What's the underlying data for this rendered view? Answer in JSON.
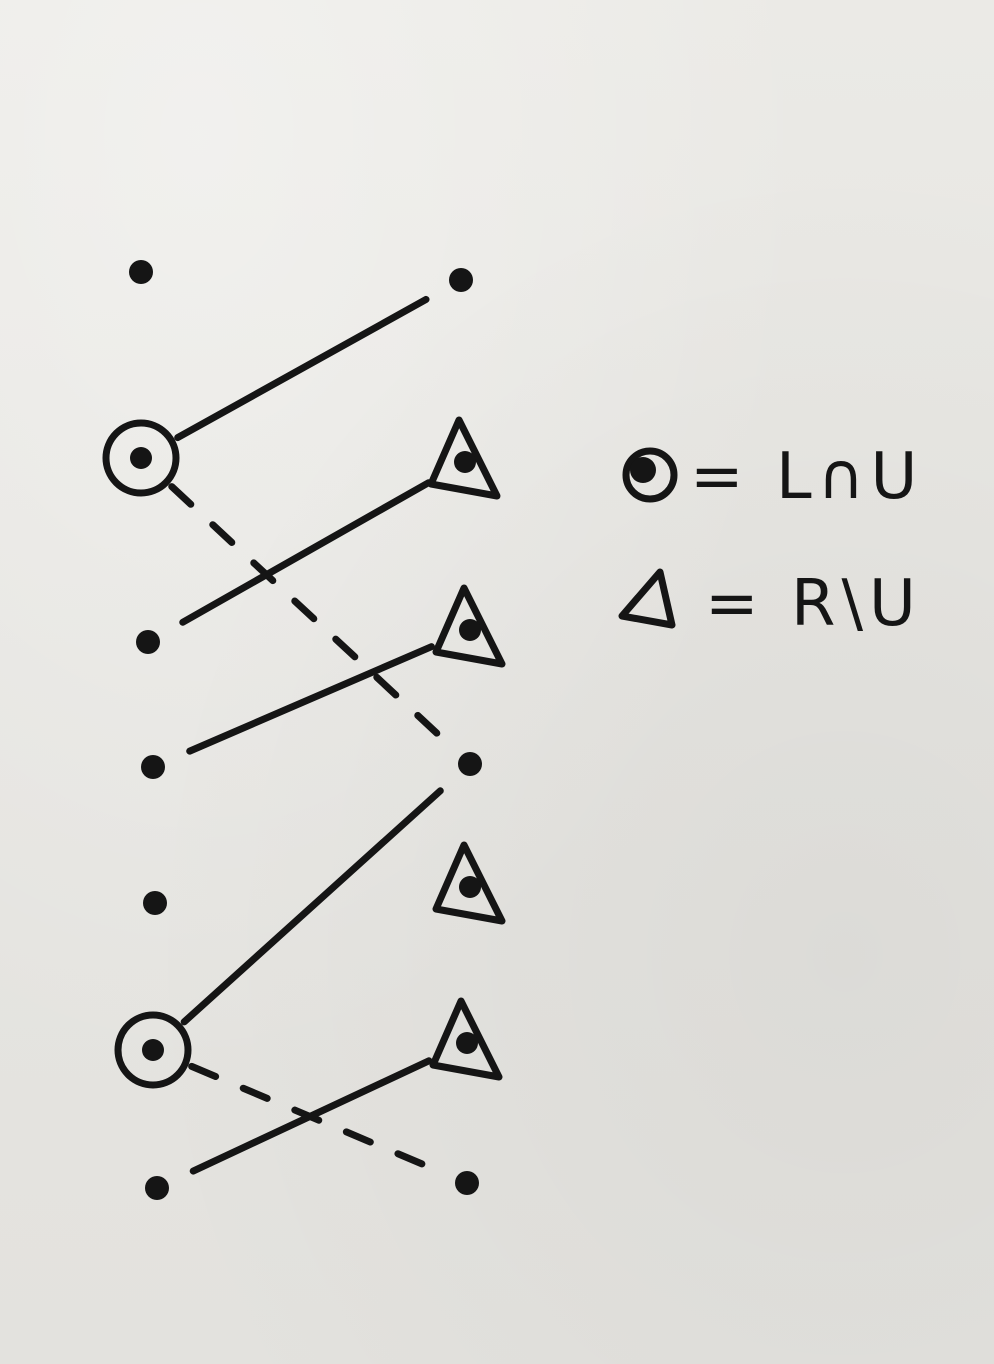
{
  "legend": {
    "circle_meaning": "= L∩U",
    "triangle_meaning": "= R\\U"
  },
  "graph": {
    "type": "bipartite",
    "left_nodes": [
      {
        "id": "L1",
        "mark": "none"
      },
      {
        "id": "L2",
        "mark": "circle"
      },
      {
        "id": "L3",
        "mark": "none"
      },
      {
        "id": "L4",
        "mark": "none"
      },
      {
        "id": "L5",
        "mark": "none"
      },
      {
        "id": "L6",
        "mark": "circle"
      },
      {
        "id": "L7",
        "mark": "none"
      }
    ],
    "right_nodes": [
      {
        "id": "R1",
        "mark": "none"
      },
      {
        "id": "R2",
        "mark": "triangle"
      },
      {
        "id": "R3",
        "mark": "triangle"
      },
      {
        "id": "R4",
        "mark": "none"
      },
      {
        "id": "R5",
        "mark": "triangle"
      },
      {
        "id": "R6",
        "mark": "triangle"
      },
      {
        "id": "R7",
        "mark": "none"
      }
    ],
    "edges": [
      {
        "from": "L2",
        "to": "R1",
        "style": "solid"
      },
      {
        "from": "L2",
        "to": "R4",
        "style": "dashed"
      },
      {
        "from": "L3",
        "to": "R2",
        "style": "solid"
      },
      {
        "from": "L4",
        "to": "R3",
        "style": "solid"
      },
      {
        "from": "L6",
        "to": "R4",
        "style": "solid"
      },
      {
        "from": "L6",
        "to": "R7",
        "style": "dashed"
      },
      {
        "from": "L7",
        "to": "R6",
        "style": "solid"
      }
    ]
  }
}
